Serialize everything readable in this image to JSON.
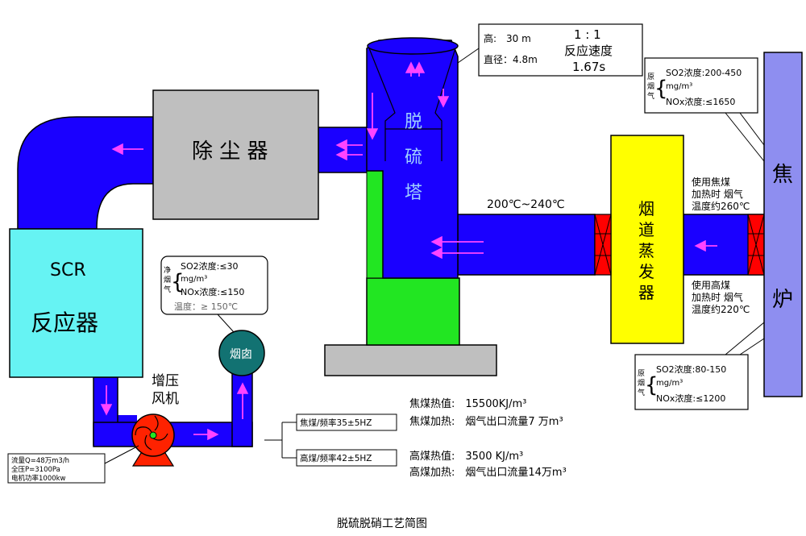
{
  "caption": "脱硫脱硝工艺简图",
  "tower": {
    "label": [
      "脱",
      "硫",
      "塔"
    ],
    "info": {
      "height": "高:　30 m",
      "diameter": "直径：4.8m",
      "ratio": "1 : 1",
      "speed_label": "反应速度",
      "speed_value": "1.67s"
    }
  },
  "dust_collector": {
    "label": "除 尘 器"
  },
  "scr": {
    "line1": "SCR",
    "line2": "反应器"
  },
  "evaporator": {
    "label": [
      "烟",
      "道",
      "蒸",
      "发",
      "器"
    ]
  },
  "furnace": {
    "label": [
      "焦",
      "炉"
    ]
  },
  "chimney": {
    "label": "烟囱"
  },
  "fan": {
    "label1": "增压",
    "label2": "风机",
    "specs": [
      "流量Q=48万m3/h",
      "全压P=3100Pa",
      "电机功率1000kw"
    ]
  },
  "flue_temp": "200℃~240℃",
  "clean_gas": {
    "tag": [
      "净",
      "烟",
      "气"
    ],
    "so2": "SO2浓度:≤30",
    "so2_unit": "mg/m³",
    "nox": "NOx浓度:≤150",
    "temp": "温度：≥ 150℃"
  },
  "raw_gas_top": {
    "tag": [
      "原",
      "烟",
      "气"
    ],
    "so2": "SO2浓度:200-450",
    "unit": "mg/m³",
    "nox": "NOx浓度:≤1650"
  },
  "raw_gas_bottom": {
    "tag": [
      "原",
      "烟",
      "气"
    ],
    "so2": "SO2浓度:80-150",
    "unit": "mg/m³",
    "nox": "NOx浓度:≤1200"
  },
  "coke_heating": [
    "使用焦煤",
    "加热时 烟气",
    "温度约260℃"
  ],
  "blast_heating": [
    "使用高煤",
    "加热时 烟气",
    "温度约220℃"
  ],
  "freq": {
    "coke": "焦煤/频率35±5HZ",
    "blast": "高煤/频率42±5HZ"
  },
  "fuel": {
    "coke_value": "焦煤热值:　15500KJ/m³",
    "coke_flow": "焦煤加热:　烟气出口流量7 万m³",
    "blast_value": "高煤热值:　3500 KJ/m³",
    "blast_flow": "高煤加热:　烟气出口流量14万m³"
  },
  "colors": {
    "duct": "#1a00ff",
    "dust": "#bfbfbf",
    "scr": "#66f3f3",
    "evaporator": "#ffff00",
    "furnace": "#8e8ef0",
    "green": "#22e622",
    "chimney": "#127272",
    "fan": "#ff2200",
    "arrow": "#ff44ff",
    "damper": "#ff0000"
  }
}
